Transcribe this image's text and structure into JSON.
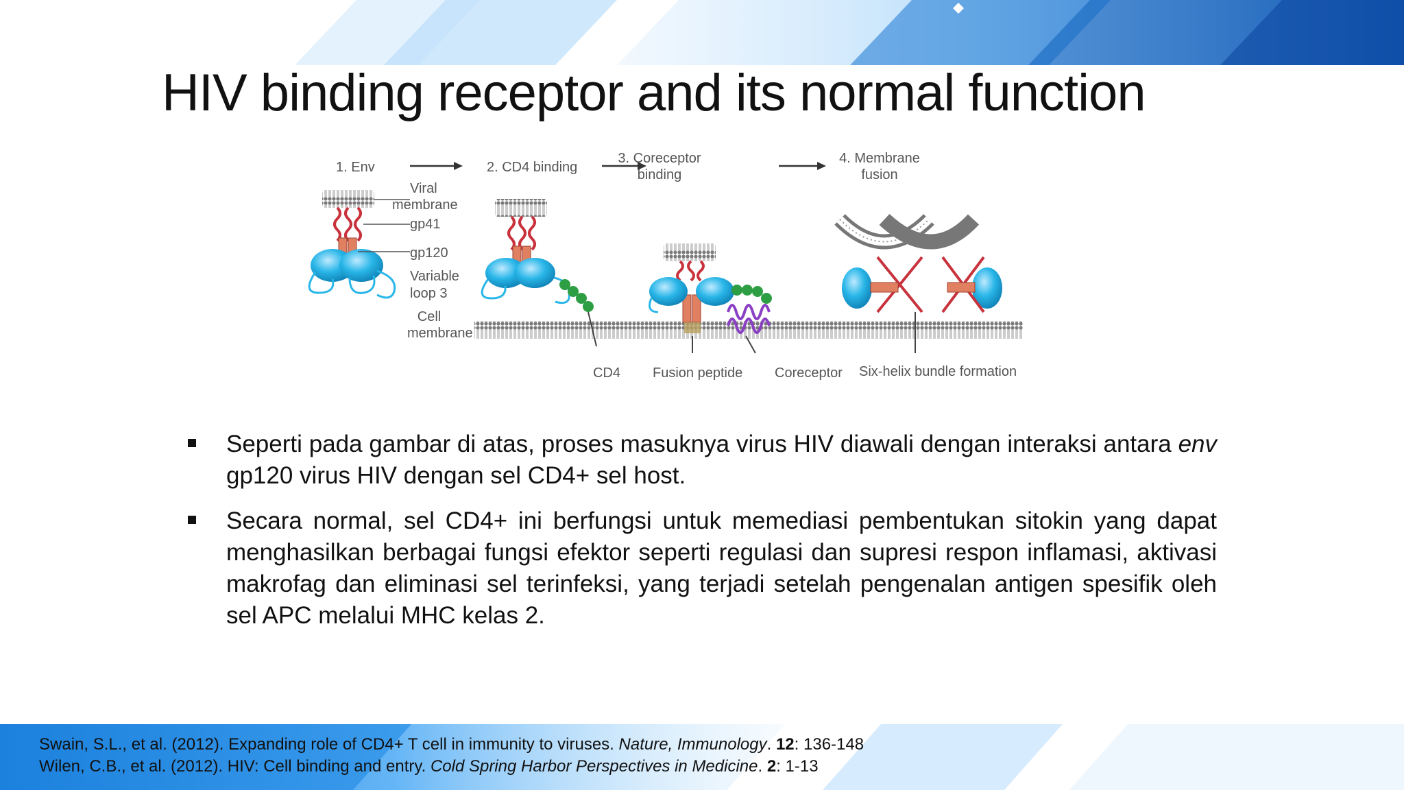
{
  "slide": {
    "title": "HIV binding receptor and its normal function"
  },
  "figure": {
    "steps": [
      {
        "line1": "1. Env",
        "line2": ""
      },
      {
        "line1": "2. CD4 binding",
        "line2": ""
      },
      {
        "line1": "3. Coreceptor",
        "line2": "binding"
      },
      {
        "line1": "4. Membrane",
        "line2": "fusion"
      }
    ],
    "labels": {
      "viral_membrane_1": "Viral",
      "viral_membrane_2": "membrane",
      "gp41": "gp41",
      "gp120": "gp120",
      "variable_loop_1": "Variable",
      "variable_loop_2": "loop 3",
      "cell_membrane_1": "Cell",
      "cell_membrane_2": "membrane",
      "cd4": "CD4",
      "fusion_peptide": "Fusion peptide",
      "coreceptor": "Coreceptor",
      "six_helix": "Six-helix bundle formation"
    },
    "colors": {
      "gp120_blue": "#29b6e8",
      "gp41_red": "#c8323c",
      "cd4_green": "#2e9e44",
      "coreceptor_purple": "#8a3fc4",
      "membrane_gray": "#777777"
    }
  },
  "bullets": [
    {
      "pre": "Seperti pada gambar di atas, proses masuknya virus HIV diawali dengan interaksi antara ",
      "em": "env",
      "post": " gp120 virus HIV dengan sel CD4+ sel host."
    },
    {
      "pre": "Secara normal, sel CD4+ ini berfungsi untuk memediasi pembentukan sitokin yang dapat menghasilkan berbagai fungsi efektor seperti regulasi dan supresi respon inflamasi, aktivasi makrofag dan eliminasi sel terinfeksi, yang terjadi setelah pengenalan antigen spesifik oleh sel APC melalui MHC kelas 2.",
      "em": "",
      "post": ""
    }
  ],
  "references": [
    {
      "pre": "Swain, S.L., et al. (2012). Expanding role of CD4+ T cell in immunity to viruses. ",
      "journal": "Nature, Immunology",
      "mid": ". ",
      "volume": "12",
      "post": ": 136-148"
    },
    {
      "pre": "Wilen, C.B., et al. (2012). HIV: Cell binding and entry. ",
      "journal": "Cold Spring Harbor Perspectives in Medicine",
      "mid": ". ",
      "volume": "2",
      "post": ":  1-13"
    }
  ],
  "theme": {
    "accent_blue": "#1565c0",
    "light_blue": "#64b5f6"
  }
}
